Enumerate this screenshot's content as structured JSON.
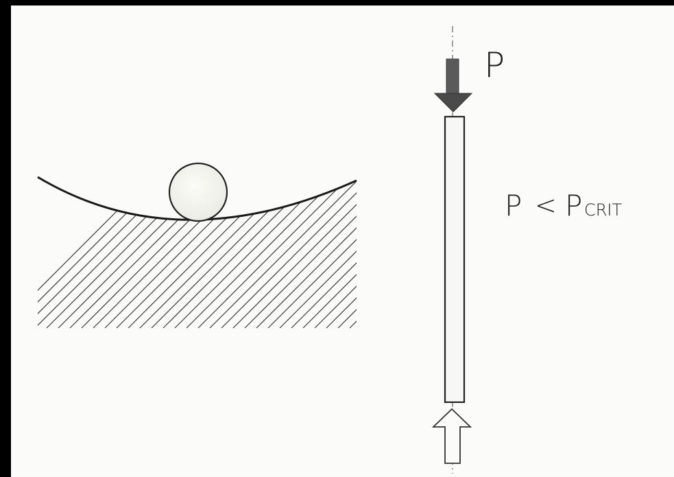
{
  "figure": {
    "load_label": "P",
    "condition": {
      "lhs": "P",
      "relation": "<",
      "rhs": "P",
      "subscript": "CRIT"
    }
  }
}
